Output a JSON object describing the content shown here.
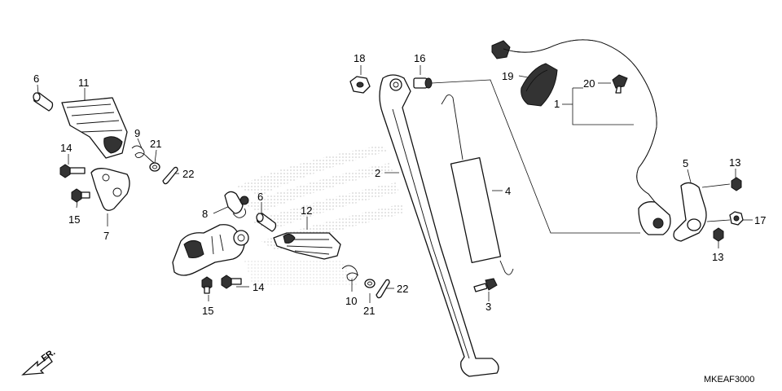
{
  "diagram_code": "MKEAF3000",
  "direction_label": "FR.",
  "callouts": [
    {
      "id": "c1",
      "label": "1"
    },
    {
      "id": "c2",
      "label": "2"
    },
    {
      "id": "c3",
      "label": "3"
    },
    {
      "id": "c4",
      "label": "4"
    },
    {
      "id": "c5",
      "label": "5"
    },
    {
      "id": "c6a",
      "label": "6"
    },
    {
      "id": "c6b",
      "label": "6"
    },
    {
      "id": "c7",
      "label": "7"
    },
    {
      "id": "c8",
      "label": "8"
    },
    {
      "id": "c9",
      "label": "9"
    },
    {
      "id": "c10",
      "label": "10"
    },
    {
      "id": "c11",
      "label": "11"
    },
    {
      "id": "c12",
      "label": "12"
    },
    {
      "id": "c13a",
      "label": "13"
    },
    {
      "id": "c13b",
      "label": "13"
    },
    {
      "id": "c14a",
      "label": "14"
    },
    {
      "id": "c14b",
      "label": "14"
    },
    {
      "id": "c15a",
      "label": "15"
    },
    {
      "id": "c15b",
      "label": "15"
    },
    {
      "id": "c16",
      "label": "16"
    },
    {
      "id": "c17",
      "label": "17"
    },
    {
      "id": "c18",
      "label": "18"
    },
    {
      "id": "c19",
      "label": "19"
    },
    {
      "id": "c20",
      "label": "20"
    },
    {
      "id": "c21a",
      "label": "21"
    },
    {
      "id": "c21b",
      "label": "21"
    },
    {
      "id": "c22a",
      "label": "22"
    },
    {
      "id": "c22b",
      "label": "22"
    }
  ]
}
